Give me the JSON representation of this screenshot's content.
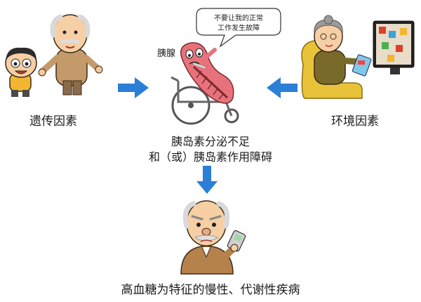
{
  "nodes": {
    "genetic": "遗传因素",
    "environment": "环境因素",
    "pancreas": "胰腺",
    "insulin_line1": "胰岛素分泌不足",
    "insulin_line2": "和（或）胰岛素作用障碍",
    "result": "高血糖为特征的慢性、代谢性疾病"
  },
  "speech_bubble": {
    "line1": "不要让我的正常",
    "line2": "工作发生故障"
  },
  "colors": {
    "arrow": "#2b7fd6",
    "text": "#1b1b1b"
  },
  "icons": [
    "boy-grandpa-illustration",
    "pancreas-wheelchair-illustration",
    "grandma-tv-illustration",
    "grandpa-glucose-meter-illustration"
  ]
}
